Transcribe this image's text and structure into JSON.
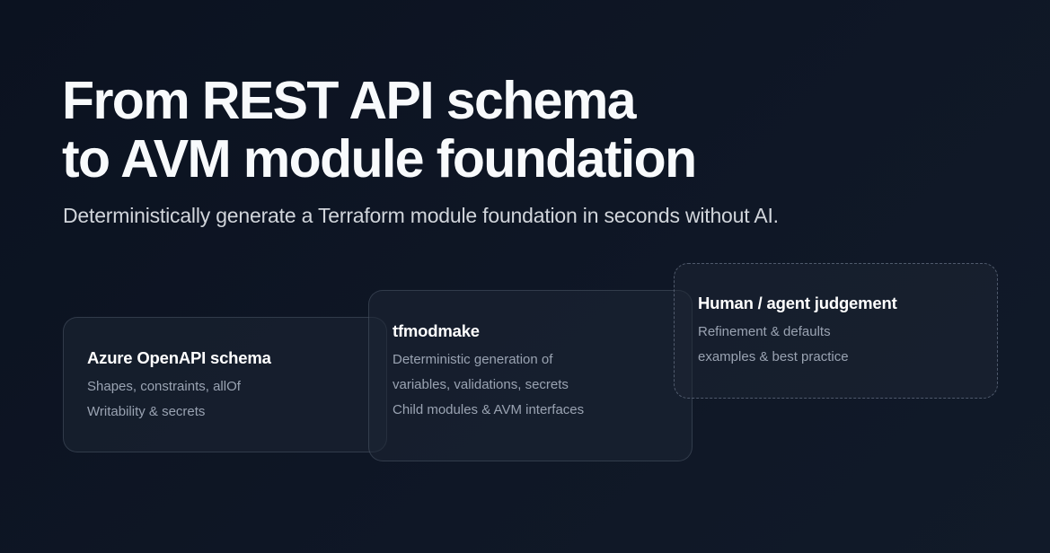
{
  "header": {
    "title_lines": [
      "From REST API schema",
      "to AVM module foundation"
    ],
    "subtitle": "Deterministically generate a Terraform module foundation in seconds without AI."
  },
  "cards": [
    {
      "title": "Azure OpenAPI schema",
      "lines": [
        "Shapes, constraints, allOf",
        "Writability & secrets"
      ],
      "border_style": "solid"
    },
    {
      "title": "tfmodmake",
      "lines": [
        "Deterministic generation of",
        "variables, validations, secrets",
        "Child modules & AVM interfaces"
      ],
      "border_style": "solid"
    },
    {
      "title": "Human / agent judgement",
      "lines": [
        "Refinement & defaults",
        "examples & best practice"
      ],
      "border_style": "dashed"
    }
  ],
  "colors": {
    "background": "#0d1421",
    "title": "#f8fafc",
    "subtitle": "#d1d5db",
    "card_text": "#9aa3b2",
    "card_border": "#3a4352"
  }
}
